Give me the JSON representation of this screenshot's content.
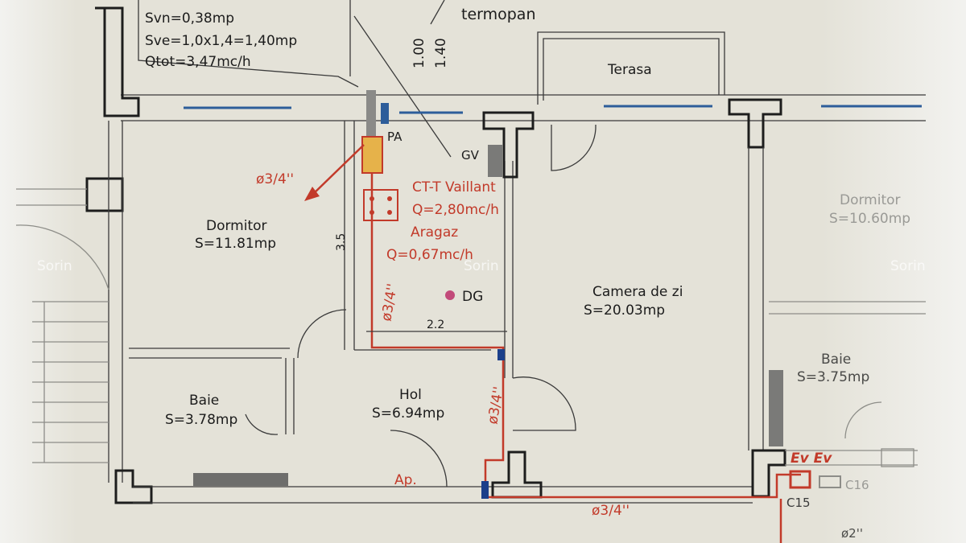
{
  "header_note": {
    "svn": "Svn=0,38mp",
    "sve": "Sve=1,0x1,4=1,40mp",
    "qtot": "Qtot=3,47mc/h"
  },
  "labels": {
    "termopan": "termopan",
    "dim_100": "1.00",
    "dim_140": "1.40",
    "terasa": "Terasa",
    "pa": "PA",
    "gv": "GV",
    "dg": "DG",
    "dim_35": "3.5",
    "dim_22": "2.2",
    "ap": "Ap.",
    "ev": "Ev Ev",
    "c15": "C15",
    "c16": "C16",
    "pipe_2": "ø2''"
  },
  "gas": {
    "pipe_label": "ø3/4''",
    "boiler": "CT-T Vaillant",
    "boiler_q": "Q=2,80mc/h",
    "stove": "Aragaz",
    "stove_q": "Q=0,67mc/h"
  },
  "rooms": [
    {
      "name": "Dormitor",
      "area": "S=11.81mp"
    },
    {
      "name": "Camera de zi",
      "area": "S=20.03mp"
    },
    {
      "name": "Dormitor",
      "area": "S=10.60mp"
    },
    {
      "name": "Baie",
      "area": "S=3.75mp"
    },
    {
      "name": "Baie",
      "area": "S=3.78mp"
    },
    {
      "name": "Hol",
      "area": "S=6.94mp"
    }
  ],
  "watermark": "Sorin",
  "colors": {
    "paper": "#e4e2d8",
    "gas_pipe": "#c23a2a",
    "window": "#2d5d9a",
    "wall": "#1d1d1d"
  }
}
